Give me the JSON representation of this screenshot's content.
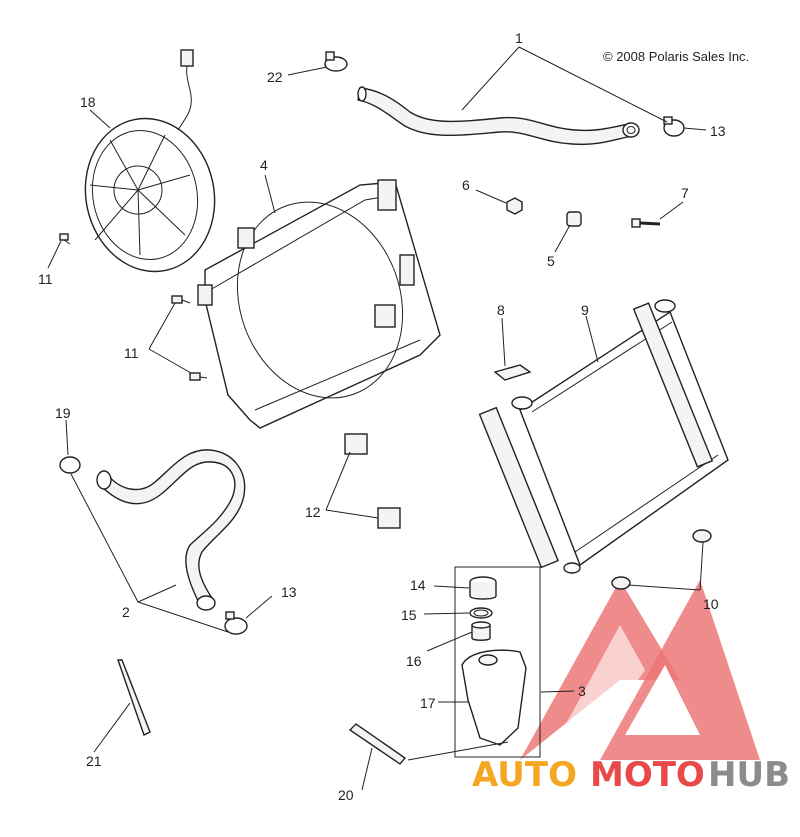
{
  "copyright": "© 2008 Polaris Sales Inc.",
  "watermark": {
    "part1": "AUTO",
    "part2": "MOTO",
    "part3": "HUB",
    "color_red": "#e84a4a",
    "color_orange": "#f5a623",
    "color_gray": "#8c8c8c"
  },
  "callouts": {
    "c1": "1",
    "c2": "2",
    "c3": "3",
    "c4": "4",
    "c5": "5",
    "c6": "6",
    "c7": "7",
    "c8": "8",
    "c9": "9",
    "c10": "10",
    "c11a": "11",
    "c11b": "11",
    "c12": "12",
    "c13a": "13",
    "c13b": "13",
    "c14": "14",
    "c15": "15",
    "c16": "16",
    "c17": "17",
    "c18": "18",
    "c19": "19",
    "c20": "20",
    "c21": "21",
    "c22": "22"
  }
}
